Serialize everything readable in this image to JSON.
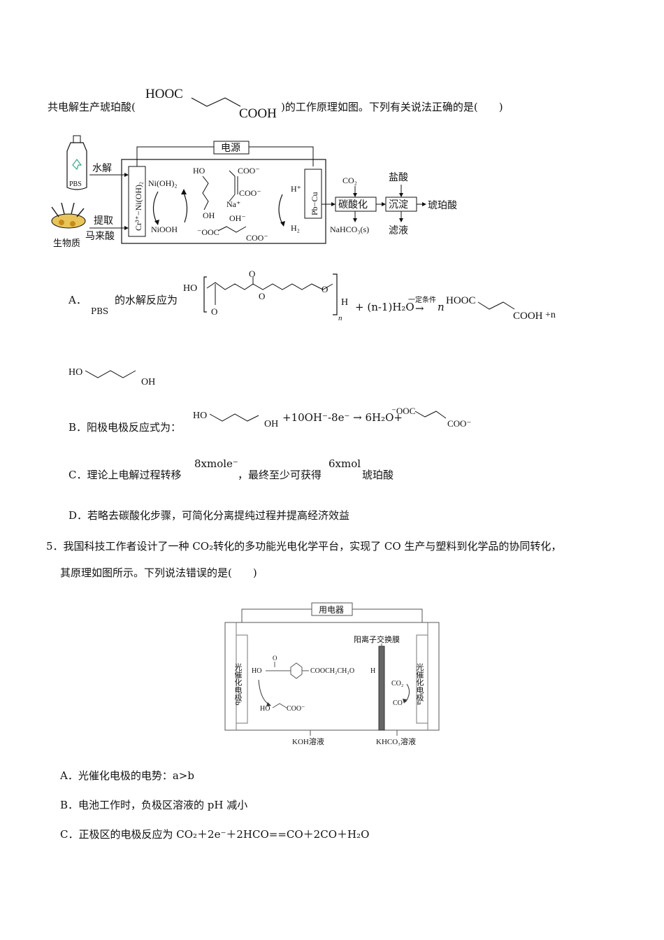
{
  "intro": {
    "prefix": "共电解生产琥珀酸(",
    "struct_hooc": "HOOC",
    "struct_cooh": "COOH",
    "suffix": ")的工作原理如图。下列有关说法正确的是(　　)"
  },
  "diagram1": {
    "power": "电源",
    "pbs": "PBS",
    "hydrolysis": "水解",
    "extract": "提取",
    "maleic": "马来酸",
    "biomass": "生物质",
    "anode": "Cr³⁺−Ni(OH)₂",
    "nioh2": "Ni(OH)₂",
    "niooh": "NiOOH",
    "ho": "HO",
    "oh": "OH",
    "coo1": "COO⁻",
    "coo2": "COO⁻",
    "na": "Na⁺",
    "ohminus": "OH⁻",
    "ooc": "⁻OOC",
    "coo3": "COO⁻",
    "hplus": "H⁺",
    "h2": "H₂",
    "cathode": "Pb−Cu",
    "co2": "CO₂",
    "carbonation": "碳酸化",
    "hcl": "盐酸",
    "precip": "沉淀",
    "succinic": "琥珀酸",
    "nahco3": "NaHCO₃(s)",
    "filtrate": "滤液"
  },
  "optA": {
    "label": "A．",
    "pbs": "PBS",
    "text": "的水解反应为",
    "ho": "HO",
    "o1": "O",
    "o2": "O",
    "o3": "O",
    "o4": "O",
    "h": "H",
    "n": "n",
    "water": "+ (n-1)H₂O",
    "cond": "一定条件",
    "arrow": "→",
    "n2": "n",
    "hooc": "HOOC",
    "cooh": "COOH",
    "plusn": "+n",
    "ho2": "HO",
    "oh2": "OH"
  },
  "optB": {
    "label": "B．阳极电极反应式为：",
    "ho": "HO",
    "oh": "OH",
    "eq": "+10OH⁻-8e⁻ → 6H₂O+",
    "ooc": "⁻OOC",
    "coo": "COO⁻"
  },
  "optC": {
    "label": "C．理论上电解过程转移",
    "amt1": "8xmole⁻",
    "mid": "，最终至少可获得",
    "amt2": "6xmol",
    "end": "琥珀酸"
  },
  "optD": {
    "text": "D．若略去碳酸化步骤，可简化分离提纯过程并提高经济效益"
  },
  "q5": {
    "line1": "5．我国科技工作者设计了一种 CO₂转化的多功能光电化学平台，实现了 CO 生产与塑料到化学品的协同转化，",
    "line2": "其原理如图所示。下列说法错误的是(　　)"
  },
  "diagram2": {
    "device": "用电器",
    "membrane": "阳离子交换膜",
    "left_electrode": "光催化电极b",
    "right_electrode": "光催化电极a",
    "polymer_left": "HO",
    "polymer_right": "COOCH₂CH₂O",
    "polymer_end": "H",
    "product_ho": "HO",
    "product_coo": "COO⁻",
    "co2": "CO₂",
    "co": "CO",
    "koh": "KOH溶液",
    "khco3": "KHCO₃溶液"
  },
  "options5": [
    "A．光催化电极的电势：a>b",
    "B．电池工作时，负极区溶液的 pH 减小",
    "C．正极区的电极反应为 CO₂＋2e⁻＋2HCO==CO＋2CO＋H₂O"
  ]
}
